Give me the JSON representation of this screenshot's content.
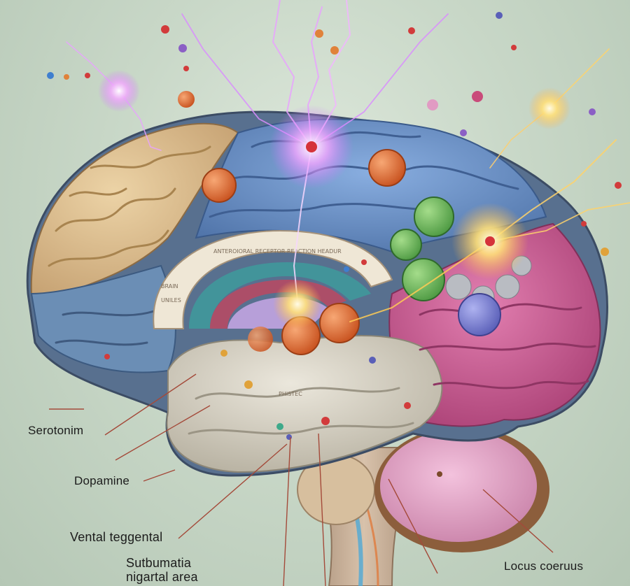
{
  "labels": {
    "serotonin": "Serotonim",
    "dopamine": "Dopamine",
    "ventral_tegmental": "Vental teggental",
    "substantia_line1": "Sutbumatia",
    "substantia_line2": "nigartal area",
    "locus_coeruleus": "Locus coeruus"
  },
  "inner_text": {
    "banner": "ANTEROIORAL RECEPTOR REACTION HEADUR",
    "plaque_line1": "BRAIN",
    "plaque_line2": "UNILES",
    "stem_tag": "PHISTEC"
  },
  "colors": {
    "frontal_lobe": "#d9b98a",
    "parietal_lobe": "#6f93c8",
    "temporal_lobe": "#d6d2c4",
    "occipital_lobe": "#c9578e",
    "cerebellum": "#e6a0c6",
    "brainstem": "#c9b09a",
    "spark": "#ffd35a",
    "nucleus": "#e4733e"
  }
}
